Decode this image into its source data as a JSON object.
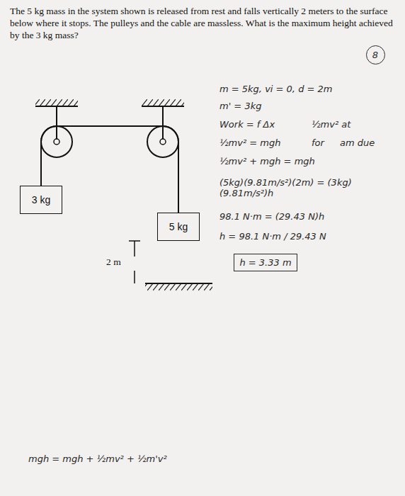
{
  "diagram": {
    "nodes": [
      {
        "text": [
          "3 kg"
        ]
      },
      {
        "text": [
          "5 kg"
        ]
      },
      {
        "text": [
          "h = 3.33 m"
        ]
      },
      {
        "text": [
          "8"
        ]
      }
    ],
    "edges": [
      {
        "from": 0,
        "to": 1,
        "arrow": "none"
      }
    ],
    "labels": [
      "The 5 kg mass in the system shown is released from rest and falls vertically 2 meters to the surface below where it stops. The pulleys and the cable are massless. What is the maximum height achieved by the 3 kg mass?",
      "2 m",
      "m = 5kg, vi = 0, d = 2m",
      "m' = 3kg",
      "Work = f Δx",
      "½mv² at",
      "½mv² = mgh",
      "for",
      "am due",
      "½mv² + mgh = mgh",
      "(5kg)(9.81m/s²)(2m) = (3kg)(9.81m/s²)h",
      "98.1 N·m = (29.43 N)h",
      "h = 98.1 N·m / 29.43 N",
      "mgh = mgh + ½mv² + ½m'v²"
    ]
  }
}
